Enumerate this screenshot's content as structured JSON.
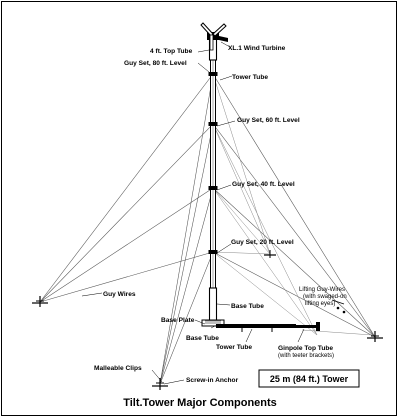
{
  "title": "Tilt.Tower Major Components",
  "spec_box": "25 m (84 ft.) Tower",
  "labels": {
    "wind_turbine": "XL.1 Wind Turbine",
    "top_tube": "4 ft. Top Tube",
    "guy_set_80": "Guy Set, 80 ft. Level",
    "tower_tube_upper": "Tower Tube",
    "guy_set_60": "Guy Set, 60 ft. Level",
    "guy_set_40": "Guy Set, 40 ft. Level",
    "guy_set_20": "Guy Set, 20 ft. Level",
    "guy_wires": "Guy Wires",
    "lifting_guy_wires_1": "Lifting Guy-Wires",
    "lifting_guy_wires_2": "(with swaged-on",
    "lifting_guy_wires_3": "lifting eyes)",
    "base_tube_upper": "Base Tube",
    "base_plate": "Base Plate",
    "base_tube_lower": "Base Tube",
    "tower_tube_lower": "Tower Tube",
    "ginpole_1": "Ginpole Top Tube",
    "ginpole_2": "(with teeter brackets)",
    "malleable_clips": "Malleable Clips",
    "screw_in_anchor": "Screw-in Anchor"
  }
}
